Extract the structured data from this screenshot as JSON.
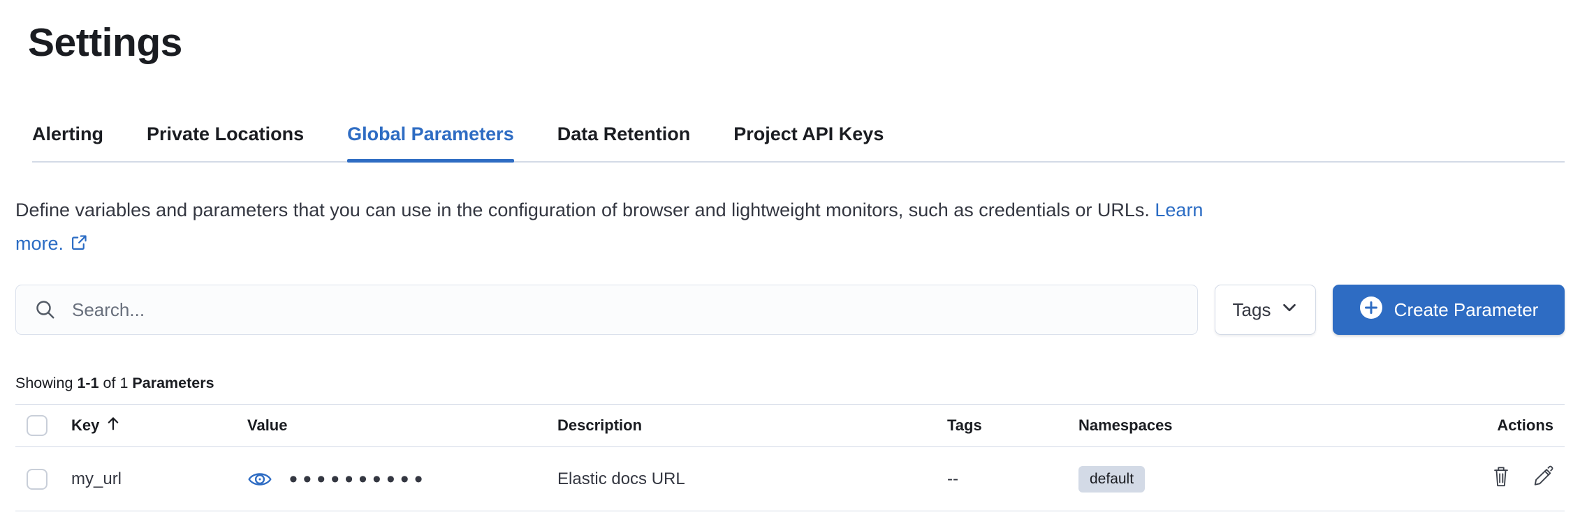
{
  "page": {
    "title": "Settings"
  },
  "tabs": [
    {
      "label": "Alerting",
      "active": false
    },
    {
      "label": "Private Locations",
      "active": false
    },
    {
      "label": "Global Parameters",
      "active": true
    },
    {
      "label": "Data Retention",
      "active": false
    },
    {
      "label": "Project API Keys",
      "active": false
    }
  ],
  "description": {
    "text": "Define variables and parameters that you can use in the configuration of browser and lightweight monitors, such as credentials or URLs.",
    "link_label": "Learn more.",
    "link_label_line1": "Learn",
    "link_label_line2": "more."
  },
  "toolbar": {
    "search_placeholder": "Search...",
    "tags_label": "Tags",
    "create_label": "Create Parameter"
  },
  "summary": {
    "showing": "Showing",
    "range": "1-1",
    "of": "of",
    "total": "1",
    "entity": "Parameters"
  },
  "table": {
    "columns": {
      "key": "Key",
      "value": "Value",
      "description": "Description",
      "tags": "Tags",
      "namespaces": "Namespaces",
      "actions": "Actions"
    },
    "sort": {
      "column": "Key",
      "direction": "ascending"
    },
    "rows": [
      {
        "key": "my_url",
        "masked_value": "••••••••••",
        "description": "Elastic docs URL",
        "tags": "--",
        "namespace": "default"
      }
    ]
  },
  "colors": {
    "primary": "#2e6cc3",
    "link": "#2b6cc4",
    "text": "#343741",
    "heading": "#1a1c21",
    "subdued": "#69707d",
    "border": "#d3dae6",
    "badge-bg": "#d3dae6",
    "input-bg": "#fbfcfd"
  }
}
